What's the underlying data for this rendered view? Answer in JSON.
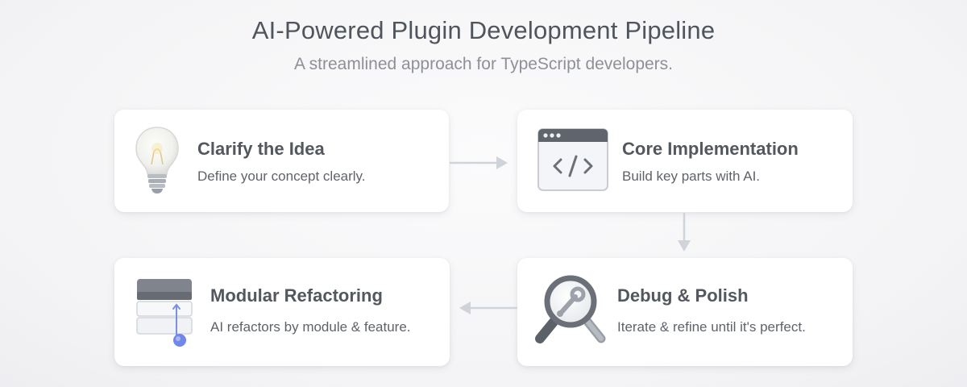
{
  "header": {
    "title": "AI-Powered Plugin Development Pipeline",
    "subtitle": "A streamlined approach for TypeScript developers."
  },
  "steps": [
    {
      "title": "Clarify the Idea",
      "description": "Define your concept clearly.",
      "icon": "lightbulb-icon"
    },
    {
      "title": "Core Implementation",
      "description": "Build key parts with AI.",
      "icon": "code-window-icon"
    },
    {
      "title": "Debug & Polish",
      "description": "Iterate & refine until it's perfect.",
      "icon": "magnifier-wrench-icon"
    },
    {
      "title": "Modular Refactoring",
      "description": "AI refactors by module & feature.",
      "icon": "stacked-modules-icon"
    }
  ],
  "colors": {
    "background": "#f6f6f8",
    "card": "#ffffff",
    "title_text": "#50555d",
    "subtitle_text": "#8d9197",
    "arrow": "#cfd3da",
    "accent": "#6f84e6"
  }
}
